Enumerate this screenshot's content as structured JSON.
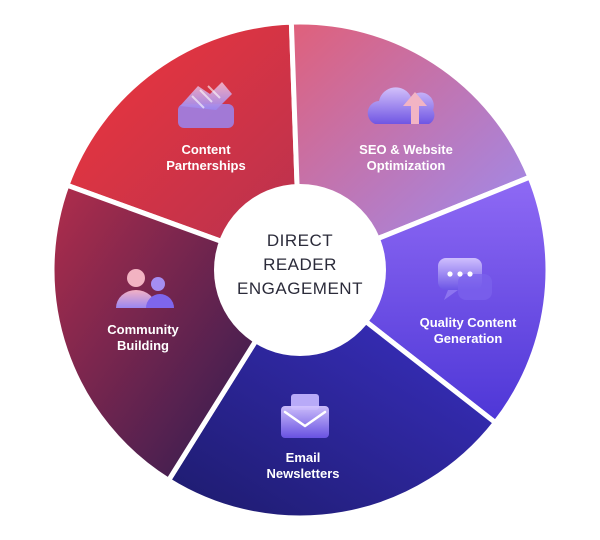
{
  "center": {
    "lines": [
      "DIRECT",
      "READER",
      "ENGAGEMENT"
    ]
  },
  "segments": [
    {
      "id": "content-partnerships",
      "lines": [
        "Content",
        "Partnerships"
      ],
      "icon": "handshake-icon"
    },
    {
      "id": "seo-website-optimization",
      "lines": [
        "SEO & Website",
        "Optimization"
      ],
      "icon": "cloud-upload-icon"
    },
    {
      "id": "quality-content-generation",
      "lines": [
        "Quality Content",
        "Generation"
      ],
      "icon": "chat-bubbles-icon"
    },
    {
      "id": "email-newsletters",
      "lines": [
        "Email",
        "Newsletters"
      ],
      "icon": "envelope-icon"
    },
    {
      "id": "community-building",
      "lines": [
        "Community",
        "Building"
      ],
      "icon": "users-icon"
    }
  ],
  "colors": {
    "gradient_start": "#ec3a41",
    "gradient_mid_right": "#8b63f4",
    "gradient_mid_bottom": "#3f2aa8",
    "gradient_end": "#1c1c6e",
    "center_fill": "#ffffff",
    "center_text": "#2b2b3a",
    "divider": "#ffffff"
  }
}
